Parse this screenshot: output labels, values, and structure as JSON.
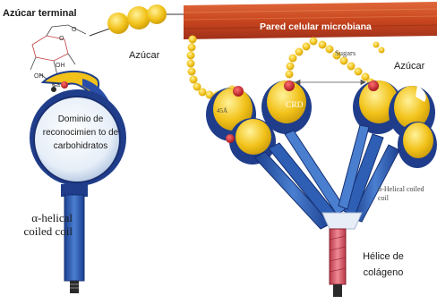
{
  "labels": {
    "azucar_terminal": "Azúcar terminal",
    "azucar_left": "Azúcar",
    "pared_celular": "Pared celular microbiana",
    "sugars": "Sugars",
    "azucar_right": "Azúcar",
    "crd": "CRD",
    "dist_45a": "45Å",
    "dominio": "Dominio de reconocimien to de carbohidratos",
    "helical_left": "α-helical coiled coil",
    "helical_right": "α-Helical coiled coil",
    "helice_colageno": "Hélice de colágeno"
  },
  "structure_fragments": [
    "OH",
    "OH",
    "Ca",
    "O",
    "O"
  ],
  "colors": {
    "membrane": "#c8461e",
    "crd_blue": "#1f3d8a",
    "domain_yellow": "#f2c21a",
    "sugar_yellow": "#f0c020",
    "calcium_red": "#c8202a",
    "collagen_red": "#d0505c",
    "helix_blue": "#2e5fb5"
  }
}
